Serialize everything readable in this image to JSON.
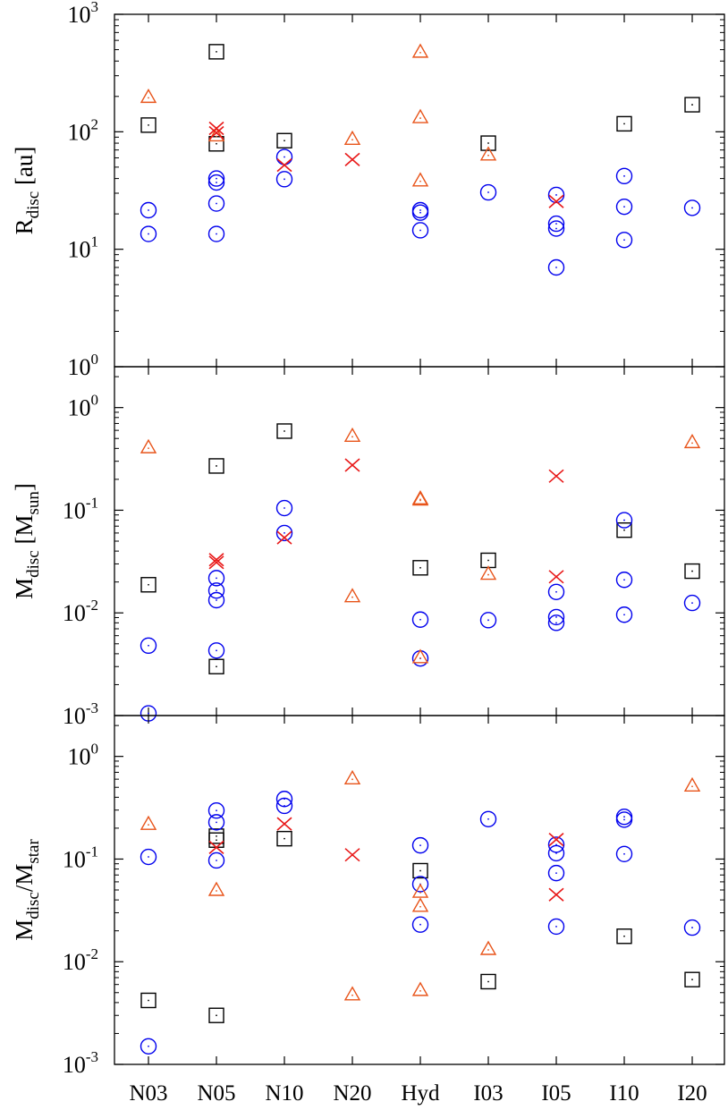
{
  "colors": {
    "square": "#000000",
    "circle": "#0000ee",
    "triangle": "#e8541a",
    "cross": "#e81818"
  },
  "chart_data": {
    "type": "scatter",
    "categories": [
      "N03",
      "N05",
      "N10",
      "N20",
      "Hyd",
      "I03",
      "I05",
      "I10",
      "I20"
    ],
    "y_scale": "log",
    "marker_series": [
      "square",
      "circle",
      "triangle",
      "cross"
    ],
    "panels": [
      {
        "ylabel": "R",
        "ylabel_sub": "disc",
        "ylabel_suffix": " [au]",
        "ylim": [
          1,
          1000
        ],
        "ticks": [
          {
            "base": "10",
            "exp": "0"
          },
          {
            "base": "10",
            "exp": "1"
          },
          {
            "base": "10",
            "exp": "2"
          },
          {
            "base": "10",
            "exp": "3"
          }
        ],
        "points": {
          "square": [
            [
              "N03",
              114
            ],
            [
              "N05",
              480
            ],
            [
              "N05",
              79
            ],
            [
              "N10",
              84
            ],
            [
              "I03",
              80
            ],
            [
              "I10",
              117
            ],
            [
              "I20",
              170
            ]
          ],
          "circle": [
            [
              "N03",
              21.5
            ],
            [
              "N03",
              13.5
            ],
            [
              "N05",
              40
            ],
            [
              "N05",
              37
            ],
            [
              "N05",
              24.5
            ],
            [
              "N05",
              13.5
            ],
            [
              "N10",
              61
            ],
            [
              "N10",
              39.5
            ],
            [
              "Hyd",
              21.5
            ],
            [
              "Hyd",
              20.5
            ],
            [
              "Hyd",
              14.5
            ],
            [
              "I03",
              30.5
            ],
            [
              "I05",
              29
            ],
            [
              "I05",
              16.5
            ],
            [
              "I05",
              15
            ],
            [
              "I05",
              7
            ],
            [
              "I10",
              42
            ],
            [
              "I10",
              23
            ],
            [
              "I10",
              12
            ],
            [
              "I20",
              22.5
            ]
          ],
          "triangle": [
            [
              "N03",
              198
            ],
            [
              "N05",
              93
            ],
            [
              "N20",
              87
            ],
            [
              "Hyd",
              480
            ],
            [
              "Hyd",
              133
            ],
            [
              "Hyd",
              38.5
            ],
            [
              "I03",
              64
            ]
          ],
          "cross": [
            [
              "N05",
              107
            ],
            [
              "N05",
              98
            ],
            [
              "N10",
              52
            ],
            [
              "N20",
              58
            ],
            [
              "I05",
              25.5
            ]
          ]
        }
      },
      {
        "ylabel": "M",
        "ylabel_sub": "disc",
        "ylabel_suffix": " [M",
        "ylabel_sub2": "sun",
        "ylabel_close": "]",
        "ylim": [
          0.001,
          2.5
        ],
        "ticks": [
          {
            "base": "10",
            "exp": "-3"
          },
          {
            "base": "10",
            "exp": "-2"
          },
          {
            "base": "10",
            "exp": "-1"
          },
          {
            "base": "10",
            "exp": "0"
          }
        ],
        "points": {
          "square": [
            [
              "N03",
              0.0188
            ],
            [
              "N05",
              0.27
            ],
            [
              "N05",
              0.003
            ],
            [
              "N10",
              0.59
            ],
            [
              "Hyd",
              0.0275
            ],
            [
              "I03",
              0.0325
            ],
            [
              "I10",
              0.064
            ],
            [
              "I20",
              0.0255
            ]
          ],
          "circle": [
            [
              "N03",
              0.0048
            ],
            [
              "N03",
              0.00105
            ],
            [
              "N05",
              0.0218
            ],
            [
              "N05",
              0.0165
            ],
            [
              "N05",
              0.0133
            ],
            [
              "N05",
              0.0043
            ],
            [
              "N10",
              0.105
            ],
            [
              "N10",
              0.06
            ],
            [
              "Hyd",
              0.0086
            ],
            [
              "Hyd",
              0.0036
            ],
            [
              "I03",
              0.0085
            ],
            [
              "I05",
              0.016
            ],
            [
              "I05",
              0.0091
            ],
            [
              "I05",
              0.008
            ],
            [
              "I10",
              0.08
            ],
            [
              "I10",
              0.021
            ],
            [
              "I10",
              0.0096
            ],
            [
              "I20",
              0.0125
            ]
          ],
          "triangle": [
            [
              "N03",
              0.41
            ],
            [
              "N20",
              0.53
            ],
            [
              "N20",
              0.0145
            ],
            [
              "Hyd",
              0.13
            ],
            [
              "Hyd",
              0.127
            ],
            [
              "Hyd",
              0.0037
            ],
            [
              "I03",
              0.024
            ],
            [
              "I20",
              0.46
            ]
          ],
          "cross": [
            [
              "N05",
              0.033
            ],
            [
              "N05",
              0.031
            ],
            [
              "N10",
              0.054
            ],
            [
              "N20",
              0.275
            ],
            [
              "I05",
              0.215
            ],
            [
              "I05",
              0.0225
            ]
          ]
        }
      },
      {
        "ylabel": "M",
        "ylabel_sub": "disc",
        "ylabel_suffix": "/M",
        "ylabel_sub2": "star",
        "ylabel_close": "",
        "ylim": [
          0.001,
          2.5
        ],
        "ticks": [
          {
            "base": "10",
            "exp": "-3"
          },
          {
            "base": "10",
            "exp": "-2"
          },
          {
            "base": "10",
            "exp": "-1"
          },
          {
            "base": "10",
            "exp": "0"
          }
        ],
        "points": {
          "square": [
            [
              "N03",
              0.0042
            ],
            [
              "N05",
              0.167
            ],
            [
              "N05",
              0.153
            ],
            [
              "N05",
              0.003
            ],
            [
              "N10",
              0.158
            ],
            [
              "Hyd",
              0.077
            ],
            [
              "I03",
              0.0064
            ],
            [
              "I10",
              0.0177
            ],
            [
              "I20",
              0.0067
            ]
          ],
          "circle": [
            [
              "N03",
              0.105
            ],
            [
              "N03",
              0.0015
            ],
            [
              "N05",
              0.297
            ],
            [
              "N05",
              0.228
            ],
            [
              "N05",
              0.097
            ],
            [
              "N10",
              0.385
            ],
            [
              "N10",
              0.33
            ],
            [
              "Hyd",
              0.136
            ],
            [
              "Hyd",
              0.057
            ],
            [
              "Hyd",
              0.023
            ],
            [
              "I03",
              0.245
            ],
            [
              "I05",
              0.138
            ],
            [
              "I05",
              0.114
            ],
            [
              "I05",
              0.073
            ],
            [
              "I05",
              0.022
            ],
            [
              "I10",
              0.258
            ],
            [
              "I10",
              0.242
            ],
            [
              "I10",
              0.112
            ],
            [
              "I20",
              0.0215
            ]
          ],
          "triangle": [
            [
              "N03",
              0.22
            ],
            [
              "N05",
              0.05
            ],
            [
              "N20",
              0.61
            ],
            [
              "N20",
              0.0048
            ],
            [
              "Hyd",
              0.048
            ],
            [
              "Hyd",
              0.035
            ],
            [
              "Hyd",
              0.0053
            ],
            [
              "I03",
              0.0133
            ],
            [
              "I20",
              0.52
            ]
          ],
          "cross": [
            [
              "N05",
              0.13
            ],
            [
              "N10",
              0.22
            ],
            [
              "N20",
              0.11
            ],
            [
              "I05",
              0.155
            ],
            [
              "I05",
              0.045
            ]
          ]
        }
      }
    ]
  }
}
